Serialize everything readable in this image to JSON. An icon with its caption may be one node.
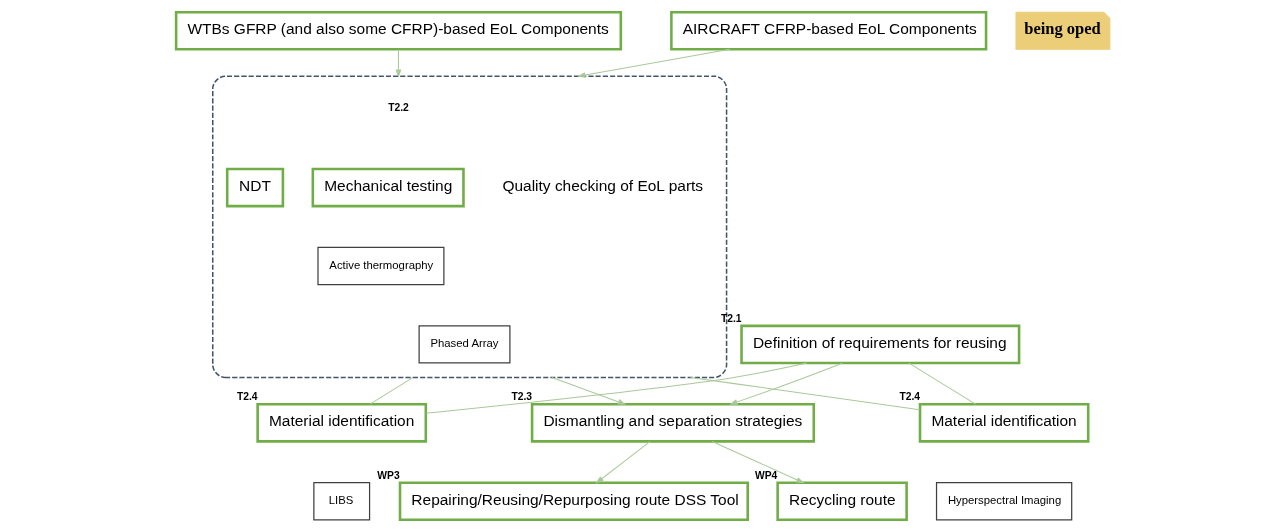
{
  "diagram": {
    "nodes": [
      {
        "text": [
          "AIRCRAFT CFRP-based EoL Components"
        ]
      },
      {
        "text": [
          "WTBs GFRP (and also some CFRP)-based EoL Components"
        ]
      },
      {
        "text": [
          "Quality checking of EoL parts"
        ],
        "beside": [
          "T2.2"
        ]
      },
      {
        "text": [
          "NDT"
        ],
        "in": 2
      },
      {
        "text": [
          "Active thermography"
        ],
        "in": 2
      },
      {
        "text": [
          "Phased Array"
        ],
        "in": 2
      },
      {
        "text": [
          "Mechanical testing"
        ],
        "in": 2
      },
      {
        "text": [
          "Definition of requirements for reusing"
        ],
        "beside": [
          "T2.1"
        ]
      },
      {
        "text": [
          "Dismantling and separation strategies"
        ],
        "beside": [
          "T2.3"
        ]
      },
      {
        "text": [
          "Material identification"
        ],
        "beside": [
          "T2.4"
        ]
      },
      {
        "text": [
          "LIBS"
        ]
      },
      {
        "text": [
          "Material identification"
        ],
        "beside": [
          "T2.4"
        ]
      },
      {
        "text": [
          "Hyperspectral Imaging"
        ]
      },
      {
        "text": [
          "Repairing/Reusing/Repurposing route DSS Tool"
        ],
        "beside": [
          "WP3"
        ]
      },
      {
        "text": [
          "Recycling route"
        ],
        "beside": [
          "WP4"
        ]
      }
    ],
    "edges": [
      {
        "from": 0,
        "to": 2,
        "arrow": "to"
      },
      {
        "from": 1,
        "to": 2,
        "arrow": "to"
      },
      {
        "from": 2,
        "to": 8,
        "arrow": "to"
      },
      {
        "from": 2,
        "to": 9,
        "arrow": "none"
      },
      {
        "from": 2,
        "to": 11,
        "arrow": "none"
      },
      {
        "from": 7,
        "to": 9,
        "arrow": "none"
      },
      {
        "from": 7,
        "to": 8,
        "arrow": "to"
      },
      {
        "from": 7,
        "to": 11,
        "arrow": "none"
      },
      {
        "from": 8,
        "to": 13,
        "arrow": "to"
      },
      {
        "from": 8,
        "to": 14,
        "arrow": "to"
      }
    ],
    "labels": [
      "being oped"
    ]
  }
}
